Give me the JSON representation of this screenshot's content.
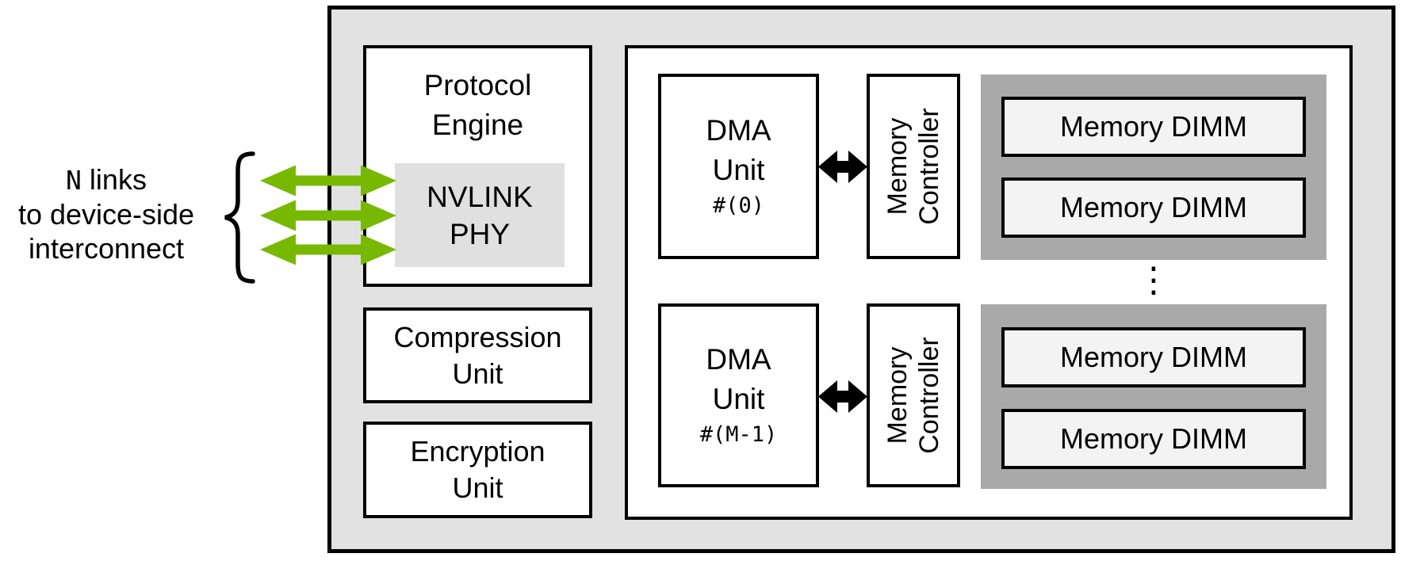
{
  "colors": {
    "canvas_bg": "#ffffff",
    "outer_fill": "#e2e2e2",
    "unit_fill": "#ffffff",
    "nvlink_fill": "#e0e0e0",
    "dimm_container_fill": "#a9a9a9",
    "dimm_fill": "#f3f3f3",
    "border": "#000000",
    "link_green": "#76b900",
    "arrow_black": "#000000"
  },
  "left_label": {
    "line1_mono": "N",
    "line1_text": " links",
    "line2": "to device-side",
    "line3": "interconnect"
  },
  "protocol_engine": {
    "line1": "Protocol",
    "line2": "Engine"
  },
  "nvlink_phy": {
    "line1": "NVLINK",
    "line2": "PHY"
  },
  "compression_unit": {
    "line1": "Compression",
    "line2": "Unit"
  },
  "encryption_unit": {
    "line1": "Encryption",
    "line2": "Unit"
  },
  "memory_subsystem": {
    "rows": [
      {
        "dma": {
          "line1": "DMA",
          "line2": "Unit",
          "index": "#(0)"
        },
        "controller": {
          "line1": "Memory",
          "line2": "Controller"
        },
        "dimms": [
          "Memory DIMM",
          "Memory DIMM"
        ]
      },
      {
        "dma": {
          "line1": "DMA",
          "line2": "Unit",
          "index": "#(M-1)"
        },
        "controller": {
          "line1": "Memory",
          "line2": "Controller"
        },
        "dimms": [
          "Memory DIMM",
          "Memory DIMM"
        ]
      }
    ],
    "ellipsis": "⋮"
  }
}
